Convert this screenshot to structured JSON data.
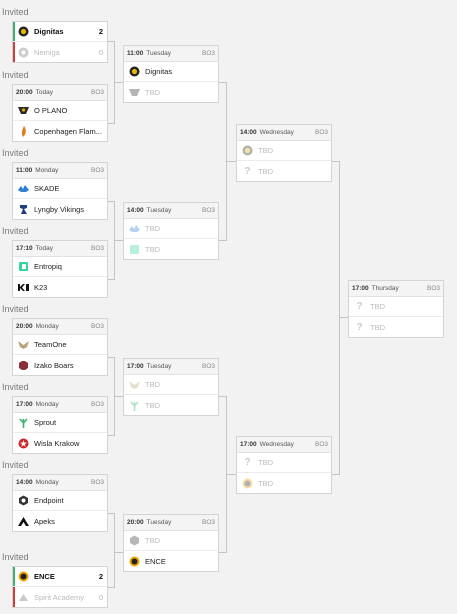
{
  "invited": "Invited",
  "round1": [
    {
      "teams": [
        {
          "name": "Dignitas",
          "score": "2",
          "icon": "dignitas-icon"
        },
        {
          "name": "Nemiga",
          "score": "0",
          "icon": "nemiga-icon"
        }
      ]
    },
    {
      "time": "20:00",
      "day": "Today",
      "bo": "BO3",
      "teams": [
        {
          "name": "O PLANO",
          "icon": "oplano-icon"
        },
        {
          "name": "Copenhagen Flam...",
          "icon": "copenhagen-flames-icon"
        }
      ]
    },
    {
      "time": "11:00",
      "day": "Monday",
      "bo": "BO3",
      "teams": [
        {
          "name": "SKADE",
          "icon": "skade-icon"
        },
        {
          "name": "Lyngby Vikings",
          "icon": "lyngby-vikings-icon"
        }
      ]
    },
    {
      "time": "17:10",
      "day": "Today",
      "bo": "BO3",
      "teams": [
        {
          "name": "Entropiq",
          "icon": "entropiq-icon"
        },
        {
          "name": "K23",
          "icon": "k23-icon"
        }
      ]
    },
    {
      "time": "20:00",
      "day": "Monday",
      "bo": "BO3",
      "teams": [
        {
          "name": "TeamOne",
          "icon": "teamone-icon"
        },
        {
          "name": "Izako Boars",
          "icon": "izako-boars-icon"
        }
      ]
    },
    {
      "time": "17:00",
      "day": "Monday",
      "bo": "BO3",
      "teams": [
        {
          "name": "Sprout",
          "icon": "sprout-icon"
        },
        {
          "name": "Wisla Krakow",
          "icon": "wisla-krakow-icon"
        }
      ]
    },
    {
      "time": "14:00",
      "day": "Monday",
      "bo": "BO3",
      "teams": [
        {
          "name": "Endpoint",
          "icon": "endpoint-icon"
        },
        {
          "name": "Apeks",
          "icon": "apeks-icon"
        }
      ]
    },
    {
      "teams": [
        {
          "name": "ENCE",
          "score": "2",
          "icon": "ence-icon"
        },
        {
          "name": "Spirit Academy",
          "score": "0",
          "icon": "spirit-academy-icon"
        }
      ]
    }
  ],
  "round2": [
    {
      "time": "11:00",
      "day": "Tuesday",
      "bo": "BO3",
      "teams": [
        {
          "name": "Dignitas",
          "icon": "dignitas-icon"
        },
        {
          "name": "TBD",
          "icon": "oplano-faded-icon"
        }
      ]
    },
    {
      "time": "14:00",
      "day": "Tuesday",
      "bo": "BO3",
      "teams": [
        {
          "name": "TBD",
          "icon": "skade-faded-icon"
        },
        {
          "name": "TBD",
          "icon": "entropiq-faded-icon"
        }
      ]
    },
    {
      "time": "17:00",
      "day": "Tuesday",
      "bo": "BO3",
      "teams": [
        {
          "name": "TBD",
          "icon": "teamone-faded-icon"
        },
        {
          "name": "TBD",
          "icon": "sprout-faded-icon"
        }
      ]
    },
    {
      "time": "20:00",
      "day": "Tuesday",
      "bo": "BO3",
      "teams": [
        {
          "name": "TBD",
          "icon": "endpoint-faded-icon"
        },
        {
          "name": "ENCE",
          "icon": "ence-icon"
        }
      ]
    }
  ],
  "round3": [
    {
      "time": "14:00",
      "day": "Wednesday",
      "bo": "BO3",
      "teams": [
        {
          "name": "TBD",
          "icon": "dignitas-faded-icon"
        },
        {
          "name": "TBD",
          "icon": "question-icon"
        }
      ]
    },
    {
      "time": "17:00",
      "day": "Wednesday",
      "bo": "BO3",
      "teams": [
        {
          "name": "TBD",
          "icon": "question-icon"
        },
        {
          "name": "TBD",
          "icon": "ence-faded-icon"
        }
      ]
    }
  ],
  "final": {
    "time": "17:00",
    "day": "Thursday",
    "bo": "BO3",
    "teams": [
      {
        "name": "TBD",
        "icon": "question-icon"
      },
      {
        "name": "TBD",
        "icon": "question-icon"
      }
    ]
  },
  "colors": {
    "win": "#3cb371",
    "lose": "#d63a3a",
    "connector": "#c4c4c4",
    "background": "#f2f2f2"
  }
}
